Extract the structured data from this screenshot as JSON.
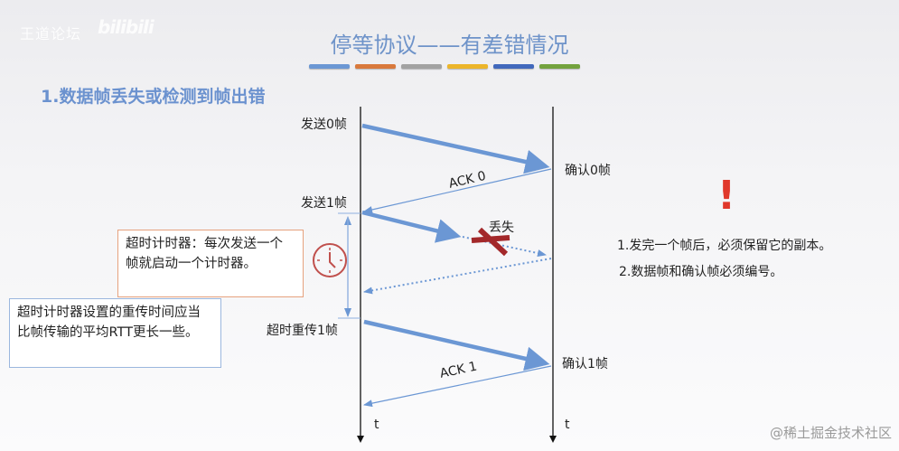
{
  "watermark": {
    "logo_text": "王道论坛",
    "bili_text": "bilibili"
  },
  "title": "停等协议——有差错情况",
  "color_bars": [
    "#6b97d4",
    "#d9793c",
    "#a2a2a2",
    "#ecb52a",
    "#4168bc",
    "#73a23e"
  ],
  "subtitle": "1.数据帧丢失或检测到帧出错",
  "diagram": {
    "sender_labels": {
      "send0": "发送0帧",
      "send1": "发送1帧",
      "retransmit1": "超时重传1帧"
    },
    "receiver_labels": {
      "confirm0": "确认0帧",
      "confirm1": "确认1帧"
    },
    "ack_labels": {
      "ack0": "ACK 0",
      "ack1": "ACK 1"
    },
    "lost_label": "丢失",
    "time_axis_label": "t",
    "arrow_color": "#6b97d4",
    "lost_mark_color": "#a3282a"
  },
  "timer_box": {
    "text": "超时计时器：每次发送一个帧就启动一个计时器。",
    "border_color": "#e6a27e"
  },
  "rtt_box": {
    "text": "超时计时器设置的重传时间应当比帧传输的平均RTT更长一些。",
    "border_color": "#9bb7de"
  },
  "notes": {
    "icon": "exclamation-icon",
    "items": [
      "1.发完一个帧后，必须保留它的副本。",
      "2.数据帧和确认帧必须编号。"
    ]
  },
  "footer_watermark": "@稀土掘金技术社区"
}
